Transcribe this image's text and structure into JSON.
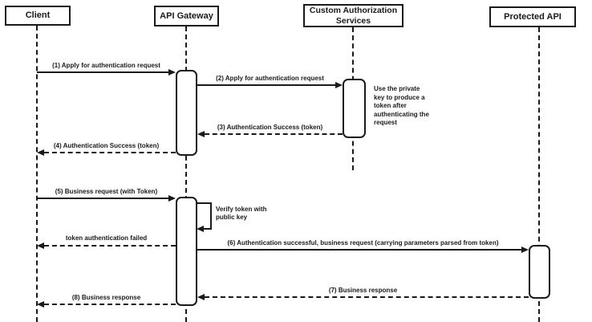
{
  "diagram": {
    "kind": "sequence-diagram",
    "colors": {
      "line": "#1a1a1a",
      "background": "#ffffff",
      "shape_fill": "#ffffff"
    },
    "actors": [
      {
        "name": "Client"
      },
      {
        "name": "API Gateway"
      },
      {
        "name": "Custom Authorization Services"
      },
      {
        "name": "Protected API"
      }
    ],
    "messages": [
      {
        "label": "(1) Apply for authentication request",
        "from": "Client",
        "to": "API Gateway",
        "line": "solid"
      },
      {
        "label": "(2) Apply for authentication request",
        "from": "API Gateway",
        "to": "Custom Authorization Services",
        "line": "solid"
      },
      {
        "label": "(3) Authentication Success (token)",
        "from": "Custom Authorization Services",
        "to": "API Gateway",
        "line": "dashed"
      },
      {
        "label": "(4) Authentication Success (token)",
        "from": "API Gateway",
        "to": "Client",
        "line": "dashed"
      },
      {
        "label": "(5) Business request (with Token)",
        "from": "Client",
        "to": "API Gateway",
        "line": "solid"
      },
      {
        "label": "Verify token with public key",
        "from": "API Gateway",
        "to": "API Gateway",
        "line": "solid",
        "self": true
      },
      {
        "label": "token authentication failed",
        "from": "API Gateway",
        "to": "Client",
        "line": "dashed"
      },
      {
        "label": "(6) Authentication successful, business request (carrying parameters parsed from token)",
        "from": "API Gateway",
        "to": "Protected API",
        "line": "solid"
      },
      {
        "label": "(7) Business response",
        "from": "Protected API",
        "to": "API Gateway",
        "line": "dashed"
      },
      {
        "label": "(8) Business response",
        "from": "API Gateway",
        "to": "Client",
        "line": "dashed"
      }
    ],
    "notes": [
      {
        "text": "Use the private key to produce a token after authenticating the request",
        "attached_to": "Custom Authorization Services"
      }
    ]
  }
}
